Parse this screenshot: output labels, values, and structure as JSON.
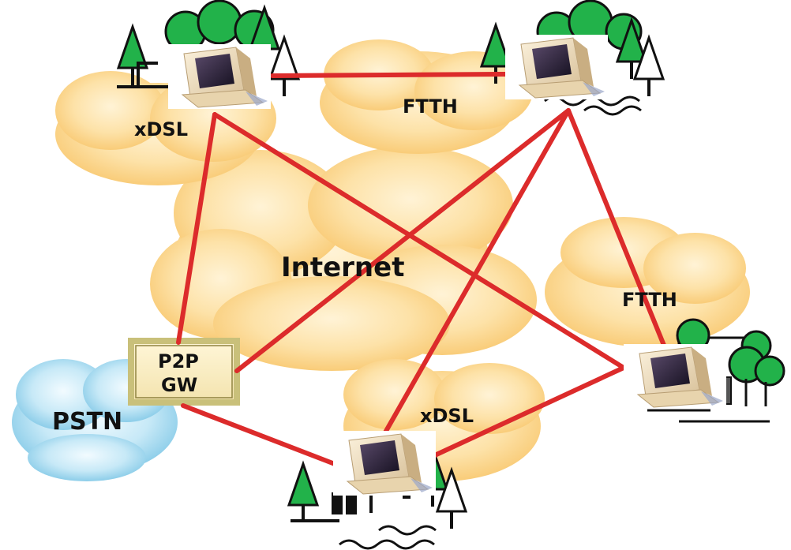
{
  "diagram": {
    "labels": {
      "internet": "Internet",
      "ftth_top": "FTTH",
      "ftth_right": "FTTH",
      "xdsl_top": "xDSL",
      "xdsl_bottom": "xDSL",
      "pstn": "PSTN",
      "gateway_line1": "P2P",
      "gateway_line2": "GW"
    },
    "nodes": [
      {
        "id": "pc-top-left",
        "label": "xDSL"
      },
      {
        "id": "pc-top-right",
        "label": "FTTH"
      },
      {
        "id": "pc-right",
        "label": "FTTH"
      },
      {
        "id": "pc-bottom",
        "label": "xDSL"
      },
      {
        "id": "p2p-gw",
        "label": "P2P GW"
      }
    ],
    "links": [
      [
        "pc-top-left",
        "pc-top-right"
      ],
      [
        "pc-top-left",
        "p2p-gw"
      ],
      [
        "pc-top-left",
        "pc-right"
      ],
      [
        "pc-top-right",
        "p2p-gw"
      ],
      [
        "pc-top-right",
        "pc-bottom"
      ],
      [
        "pc-top-right",
        "pc-right"
      ],
      [
        "p2p-gw",
        "pc-bottom"
      ],
      [
        "pc-bottom",
        "pc-right"
      ]
    ],
    "colors": {
      "link": "#dc2b2b",
      "cloud_internet": "#fcd58c",
      "cloud_pstn": "#a6d8ee",
      "tree": "#22b24a",
      "gateway_border": "#c9c07a"
    }
  }
}
